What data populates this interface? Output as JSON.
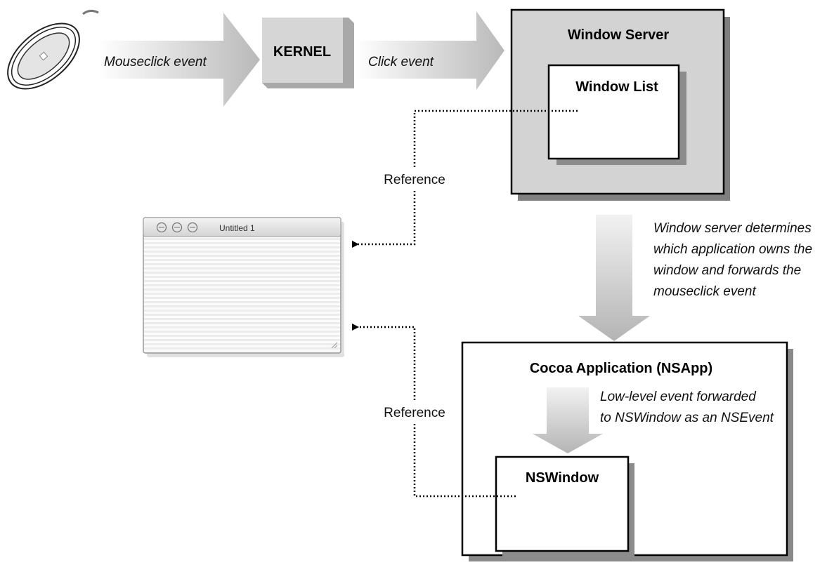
{
  "diagram": {
    "mouse": {
      "icon": "mouse-icon"
    },
    "arrow_mouseclick": {
      "label": "Mouseclick event"
    },
    "kernel": {
      "label": "KERNEL"
    },
    "arrow_click": {
      "label": "Click event"
    },
    "window_server": {
      "title": "Window Server",
      "window_list": {
        "title": "Window List"
      }
    },
    "reference_top": {
      "label": "Reference"
    },
    "reference_bottom": {
      "label": "Reference"
    },
    "untitled_window": {
      "title": "Untitled 1",
      "icon": "mac-window-icon"
    },
    "forward_note": {
      "lines": [
        "Window server determines",
        "which application owns the",
        "window and forwards the",
        "mouseclick event"
      ]
    },
    "cocoa_app": {
      "title": "Cocoa Application (NSApp)",
      "note": {
        "lines": [
          "Low-level event forwarded",
          "to NSWindow as an NSEvent"
        ]
      },
      "nswindow": {
        "title": "NSWindow"
      }
    }
  }
}
